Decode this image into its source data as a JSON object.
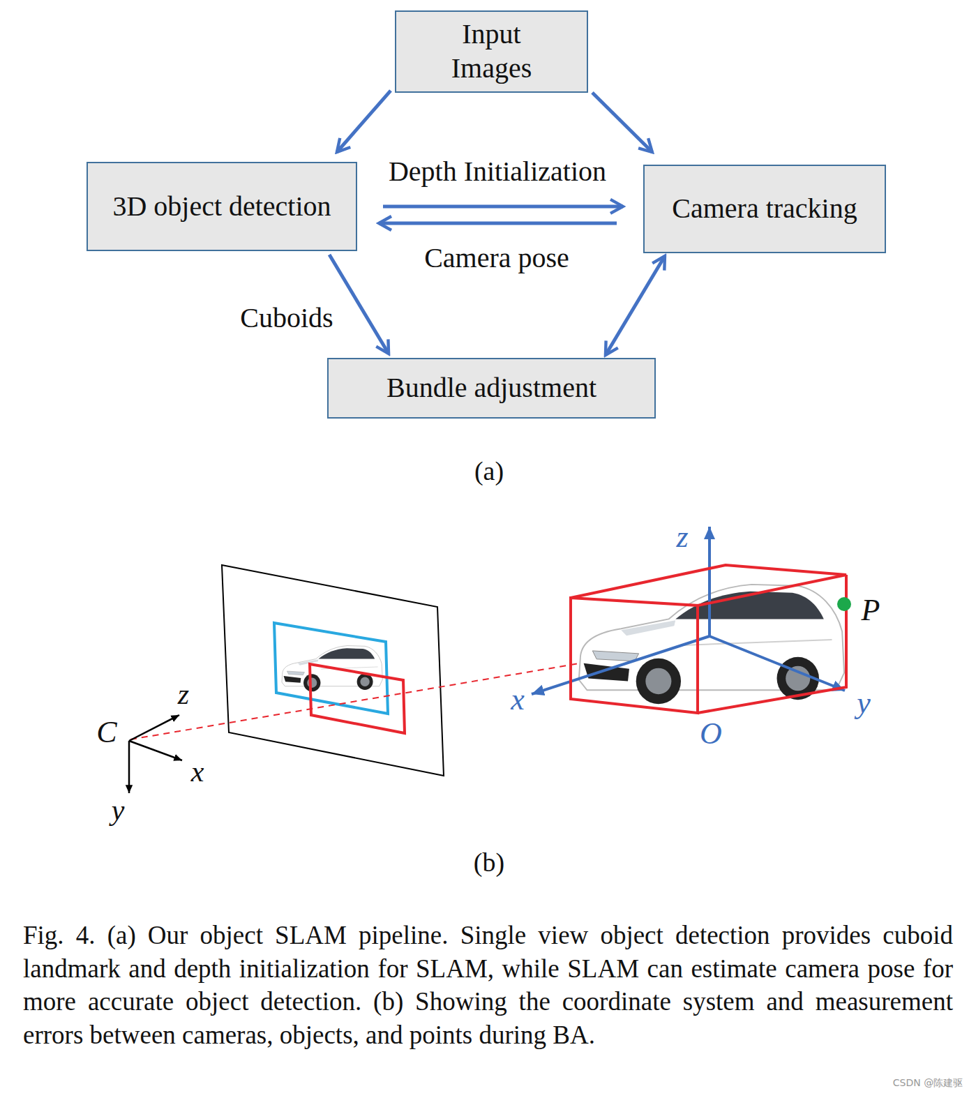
{
  "diagram": {
    "caption": "Fig. 4. (a) Our object SLAM pipeline. Single view object detection provides cuboid landmark and depth initialization for SLAM, while SLAM can estimate camera pose for more accurate object detection. (b) Showing the coordinate system and measurement errors between cameras, objects, and points during BA.",
    "nodes": [
      {
        "text": [
          "Input Images"
        ]
      },
      {
        "text": [
          "3D object detection"
        ]
      },
      {
        "text": [
          "Camera tracking"
        ]
      },
      {
        "text": [
          "Bundle adjustment"
        ]
      }
    ],
    "edges": [
      {
        "from": 0,
        "to": 1,
        "arrow": "to"
      },
      {
        "from": 0,
        "to": 2,
        "arrow": "to"
      },
      {
        "from": 1,
        "to": 2,
        "label": "Depth Initialization",
        "arrow": "to"
      },
      {
        "from": 2,
        "to": 1,
        "label": "Camera pose",
        "arrow": "to"
      },
      {
        "from": 1,
        "to": 3,
        "label": "Cuboids",
        "arrow": "to"
      },
      {
        "from": 2,
        "to": 3,
        "arrow": "both"
      }
    ],
    "labels": [
      "(a)",
      "z",
      "P",
      "z",
      "x",
      "y",
      "C",
      "O",
      "x",
      "y",
      "(b)",
      "CSDN @陈建驱"
    ]
  }
}
